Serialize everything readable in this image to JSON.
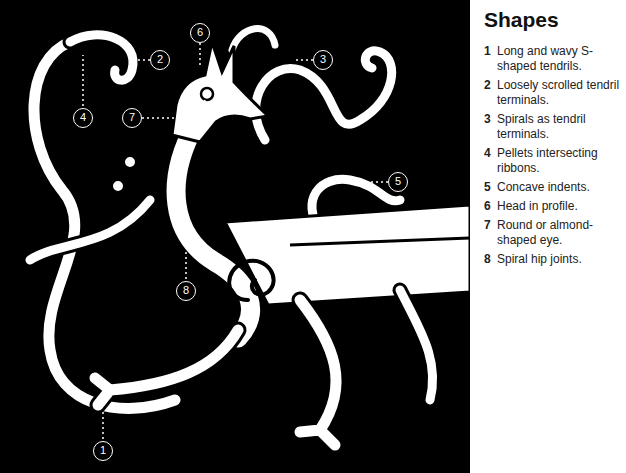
{
  "diagram": {
    "title": "Shapes",
    "labels": [
      "6",
      "2",
      "3",
      "4",
      "7",
      "5",
      "8",
      "1",
      "1",
      "Long and wavy S-shaped tendrils.",
      "2",
      "Loosely scrolled tendril terminals.",
      "3",
      "Spirals as tendril terminals.",
      "4",
      "Pellets intersecting ribbons.",
      "5",
      "Concave indents.",
      "6",
      "Head in profile.",
      "7",
      "Round or almond-shaped eye.",
      "8",
      "Spiral hip joints."
    ]
  }
}
